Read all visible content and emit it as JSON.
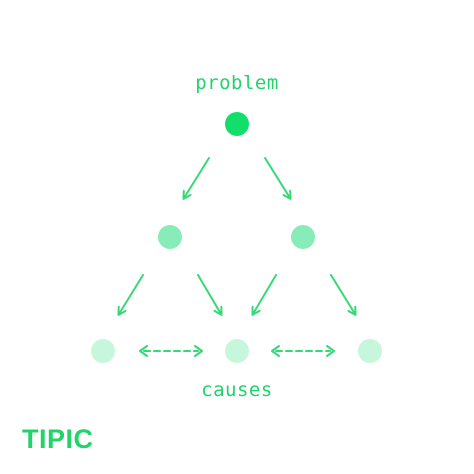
{
  "diagram": {
    "top_label": "problem",
    "bottom_label": "causes",
    "brand": "TIPIC"
  },
  "colors": {
    "accent": "#22d36b",
    "node_level_1": "#12de6b",
    "node_level_2": "#88ecb8",
    "node_level_3": "#c6f7dc",
    "arrow": "#37d878"
  },
  "icons": {
    "arrow_head": "arrowhead",
    "double_arrow": "double-headed-dashed-arrow"
  }
}
